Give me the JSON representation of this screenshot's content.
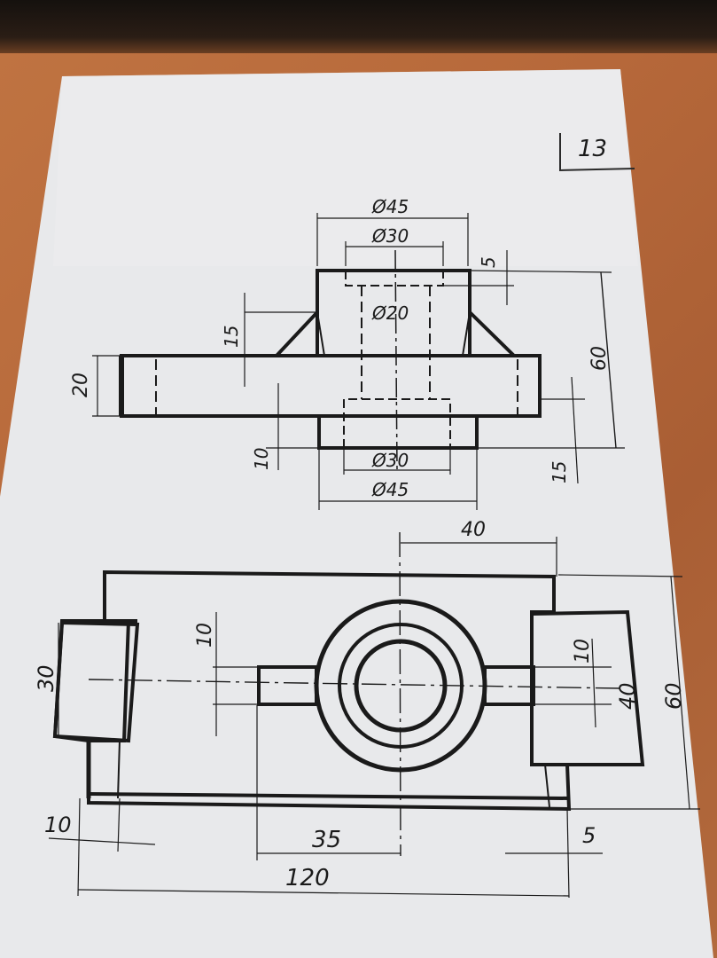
{
  "sheet": {
    "number": "13"
  },
  "front_view": {
    "dims": {
      "d45_top": "Ø45",
      "d30_top": "Ø30",
      "d5": "5",
      "d20_bore": "Ø20",
      "d15_left": "15",
      "d60": "60",
      "d20_flange": "20",
      "d10": "10",
      "d30_bottom": "Ø30",
      "d45_bottom": "Ø45",
      "d15_right": "15"
    }
  },
  "top_view": {
    "dims": {
      "d40_top": "40",
      "d10_slot": "10",
      "d30_left": "30",
      "d10_right": "10",
      "d40_right": "40",
      "d60_right": "60",
      "d10_bottom_left": "10",
      "d35": "35",
      "d5": "5",
      "d120": "120"
    }
  },
  "colors": {
    "paper": "#e9eaec",
    "ink": "#1a1a1a",
    "table": "#b8683a"
  }
}
